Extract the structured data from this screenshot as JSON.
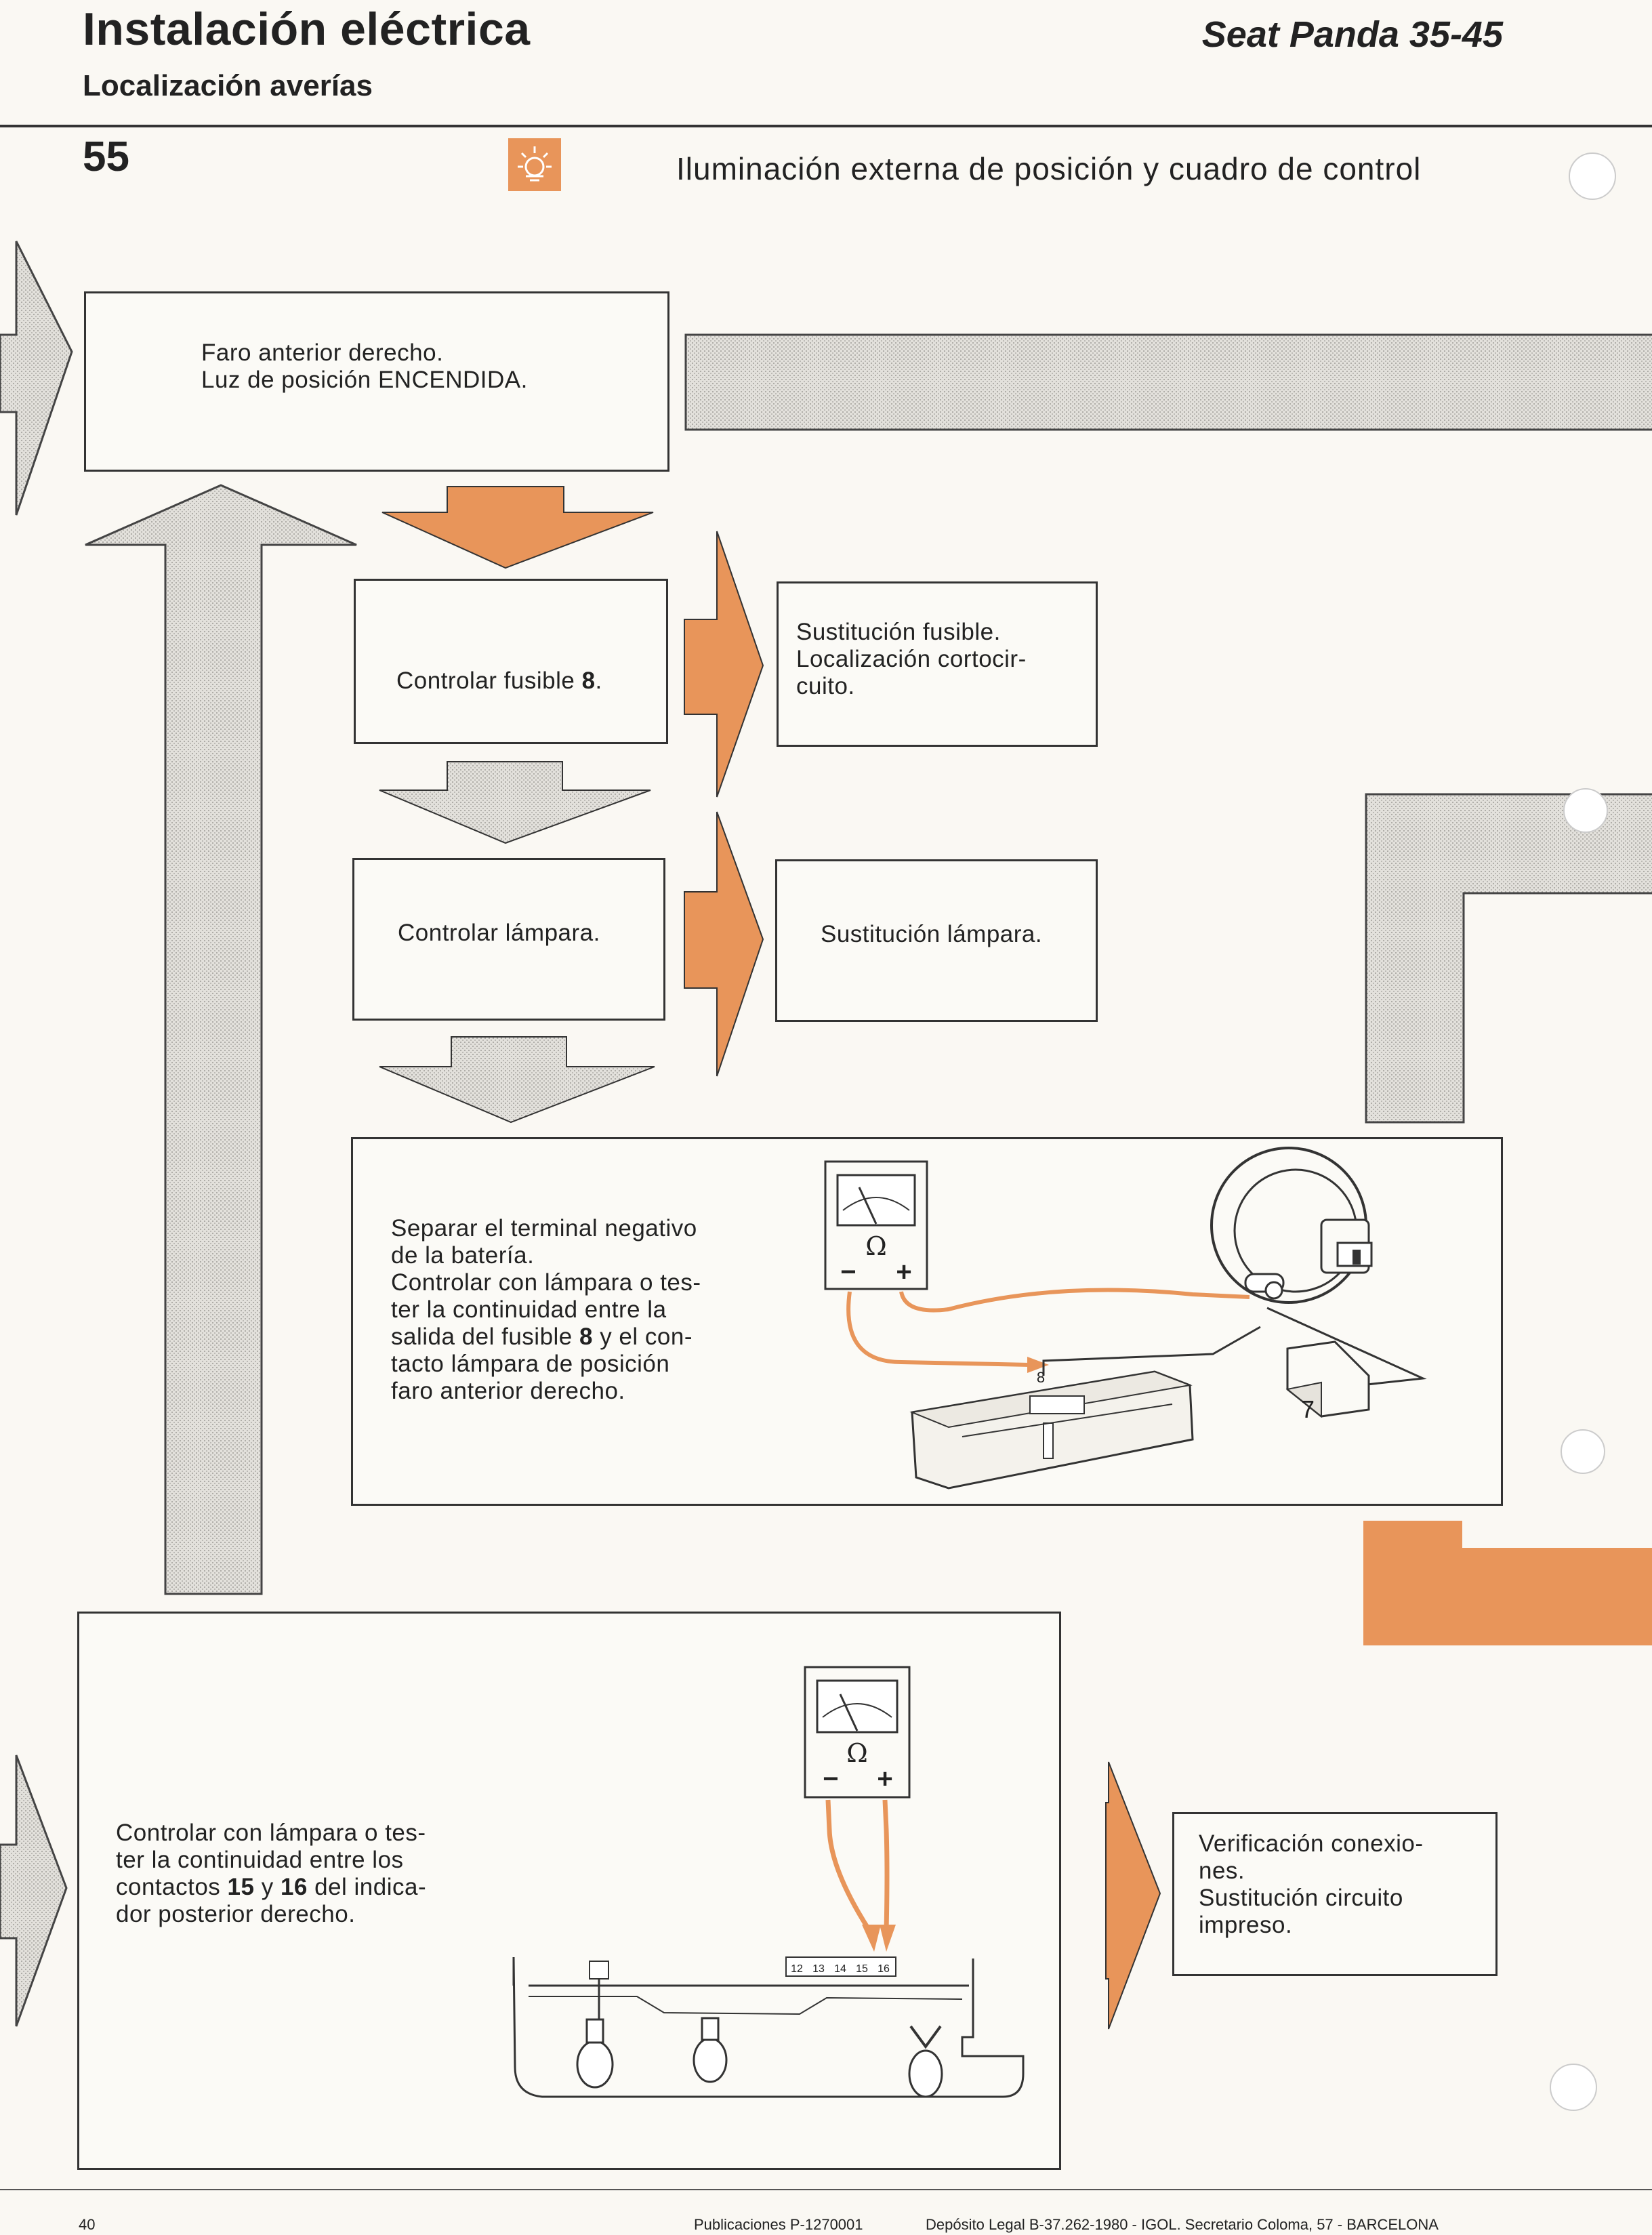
{
  "header": {
    "title": "Instalación eléctrica",
    "subtitle": "Localización averías",
    "model": "Seat Panda 35-45",
    "page_number": "55",
    "section_icon": "light-bulb-icon",
    "section_title": "Iluminación externa de posición y cuadro de control"
  },
  "flow": {
    "start": "Faro anterior derecho.\nLuz de posición ENCENDIDA.",
    "check_fuse_prefix": "Controlar fusible ",
    "check_fuse_number": "8",
    "check_fuse_suffix": ".",
    "fuse_result": "Sustitución fusible.\nLocalización cortocir-\ncuito.",
    "check_lamp": "Controlar lámpara.",
    "lamp_result": "Sustitución lámpara.",
    "continuity_1": {
      "l1": "Separar el terminal negativo",
      "l2": "de la batería.",
      "l3": "Controlar con lámpara o tes-",
      "l4": "ter la continuidad entre la",
      "l5_pre": "salida del fusible ",
      "l5_bold": "8",
      "l5_post": " y el con-",
      "l6": "tacto lámpara de posición",
      "l7": "faro anterior derecho."
    },
    "continuity_2": {
      "l1": "Controlar con lámpara o tes-",
      "l2": "ter la continuidad entre los",
      "l3_pre": "contactos ",
      "l3_b1": "15",
      "l3_mid": " y ",
      "l3_b2": "16",
      "l3_post": " del indica-",
      "l4": "dor posterior derecho."
    },
    "final_result": "Verificación conexio-\nnes.\nSustitución circuito\nimpreso."
  },
  "diagram_labels": {
    "ohm": "Ω",
    "minus": "−",
    "plus": "+",
    "fuse_label": "8",
    "fuse_box_label": "7",
    "terminals": [
      "12",
      "13",
      "14",
      "15",
      "16"
    ]
  },
  "footer": {
    "page": "40",
    "publication": "Publicaciones P-1270001",
    "legal": "Depósito Legal B-37.262-1980 - IGOL. Secretario Coloma, 57 - BARCELONA"
  },
  "colors": {
    "accent_orange": "#e8955a",
    "stipple_gray": "#d9d7d2",
    "line": "#333333"
  }
}
